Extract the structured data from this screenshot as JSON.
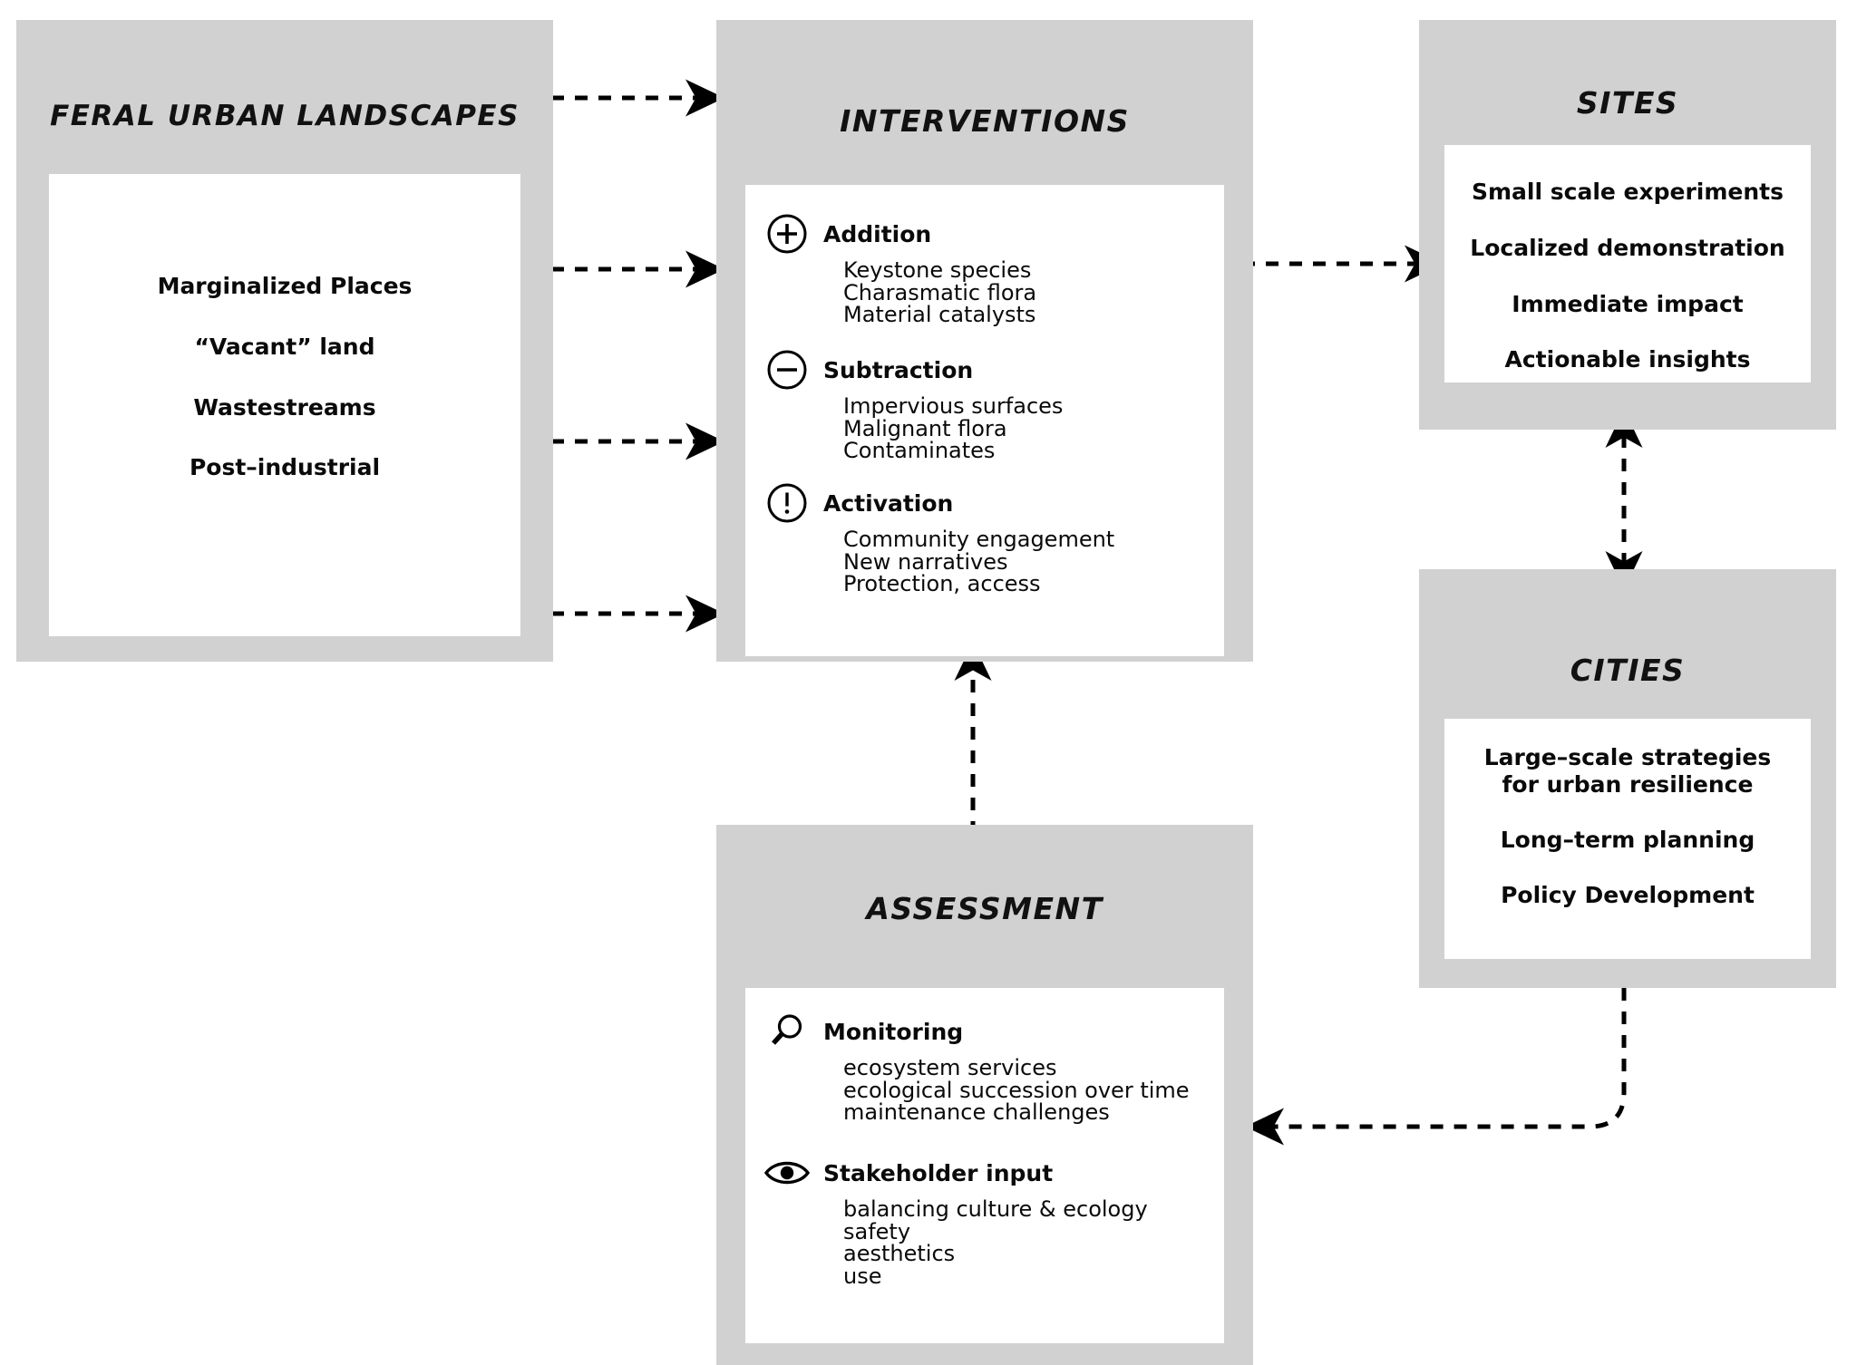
{
  "diagram": {
    "title_feral": "FERAL URBAN LANDSCAPES",
    "title_interventions": "INTERVENTIONS",
    "title_sites": "SITES",
    "title_cities": "CITIES",
    "title_assessment": "ASSESSMENT",
    "panel_fill": "#d1d1d1",
    "inner_fill": "#ffffff",
    "line_color": "#000000"
  },
  "feral": {
    "title": "FERAL URBAN LANDSCAPES",
    "items": [
      "Marginalized Places",
      "“Vacant” land",
      "Wastestreams",
      "Post–industrial"
    ]
  },
  "interventions": {
    "title": "INTERVENTIONS",
    "groups": [
      {
        "icon": "plus-circle-icon",
        "label": "Addition",
        "items": [
          "Keystone species",
          "Charasmatic flora",
          "Material catalysts"
        ]
      },
      {
        "icon": "minus-circle-icon",
        "label": "Subtraction",
        "items": [
          "Impervious surfaces",
          "Malignant flora",
          "Contaminates"
        ]
      },
      {
        "icon": "exclamation-circle-icon",
        "label": "Activation",
        "items": [
          "Community engagement",
          "New narratives",
          "Protection, access"
        ]
      }
    ]
  },
  "sites": {
    "title": "SITES",
    "items": [
      "Small scale experiments",
      "Localized demonstration",
      "Immediate impact",
      "Actionable insights"
    ]
  },
  "cities": {
    "title": "CITIES",
    "items": [
      "Large–scale strategies for urban resilience",
      "Long–term planning",
      "Policy Development"
    ]
  },
  "assessment": {
    "title": "ASSESSMENT",
    "groups": [
      {
        "icon": "magnifier-icon",
        "label": "Monitoring",
        "items": [
          "ecosystem services",
          "ecological succession over time",
          "maintenance challenges"
        ]
      },
      {
        "icon": "eye-icon",
        "label": "Stakeholder input",
        "items": [
          "balancing culture & ecology",
          "safety",
          "aesthetics",
          "use"
        ]
      }
    ]
  },
  "connections": [
    {
      "name": "feral-to-interventions-1",
      "from": "FERAL URBAN LANDSCAPES",
      "to": "INTERVENTIONS",
      "style": "dashed",
      "direction": "one-way"
    },
    {
      "name": "feral-to-interventions-2",
      "from": "FERAL URBAN LANDSCAPES",
      "to": "INTERVENTIONS",
      "style": "dashed",
      "direction": "one-way"
    },
    {
      "name": "feral-to-interventions-3",
      "from": "FERAL URBAN LANDSCAPES",
      "to": "INTERVENTIONS",
      "style": "dashed",
      "direction": "one-way"
    },
    {
      "name": "feral-to-interventions-4",
      "from": "FERAL URBAN LANDSCAPES",
      "to": "INTERVENTIONS",
      "style": "dashed",
      "direction": "one-way"
    },
    {
      "name": "interventions-to-sites",
      "from": "INTERVENTIONS",
      "to": "SITES",
      "style": "dashed",
      "direction": "one-way"
    },
    {
      "name": "sites-cities-link",
      "from": "SITES",
      "to": "CITIES",
      "style": "dashed",
      "direction": "two-way"
    },
    {
      "name": "cities-to-assessment",
      "from": "CITIES",
      "to": "ASSESSMENT",
      "style": "dashed",
      "direction": "one-way"
    },
    {
      "name": "assessment-to-interventions",
      "from": "ASSESSMENT",
      "to": "INTERVENTIONS",
      "style": "dashed",
      "direction": "one-way"
    }
  ]
}
